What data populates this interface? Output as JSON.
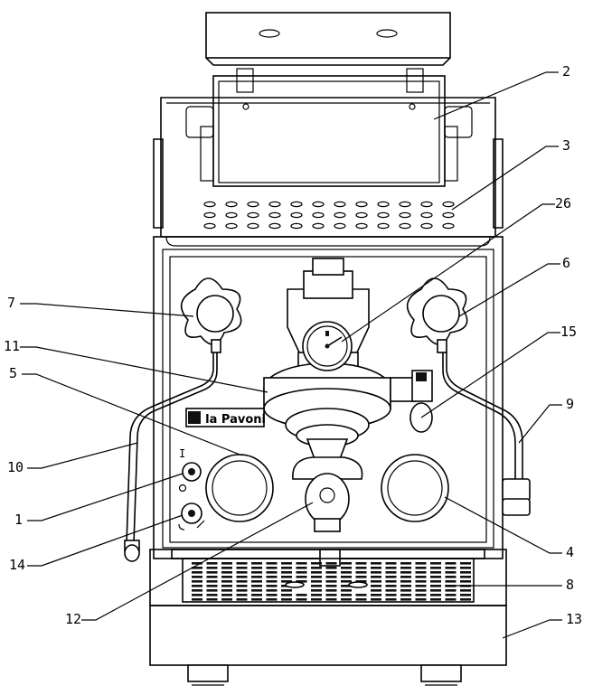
{
  "brand": {
    "logo_text": "la Pavoni"
  },
  "switch_mark": "I",
  "callouts": [
    {
      "id": "c2",
      "label": "2"
    },
    {
      "id": "c3",
      "label": "3"
    },
    {
      "id": "c26",
      "label": "26"
    },
    {
      "id": "c6",
      "label": "6"
    },
    {
      "id": "c7",
      "label": "7"
    },
    {
      "id": "c11",
      "label": "11"
    },
    {
      "id": "c15",
      "label": "15"
    },
    {
      "id": "c5",
      "label": "5"
    },
    {
      "id": "c9",
      "label": "9"
    },
    {
      "id": "c10",
      "label": "10"
    },
    {
      "id": "c1",
      "label": "1"
    },
    {
      "id": "c14",
      "label": "14"
    },
    {
      "id": "c4",
      "label": "4"
    },
    {
      "id": "c8",
      "label": "8"
    },
    {
      "id": "c12",
      "label": "12"
    },
    {
      "id": "c13",
      "label": "13"
    }
  ]
}
